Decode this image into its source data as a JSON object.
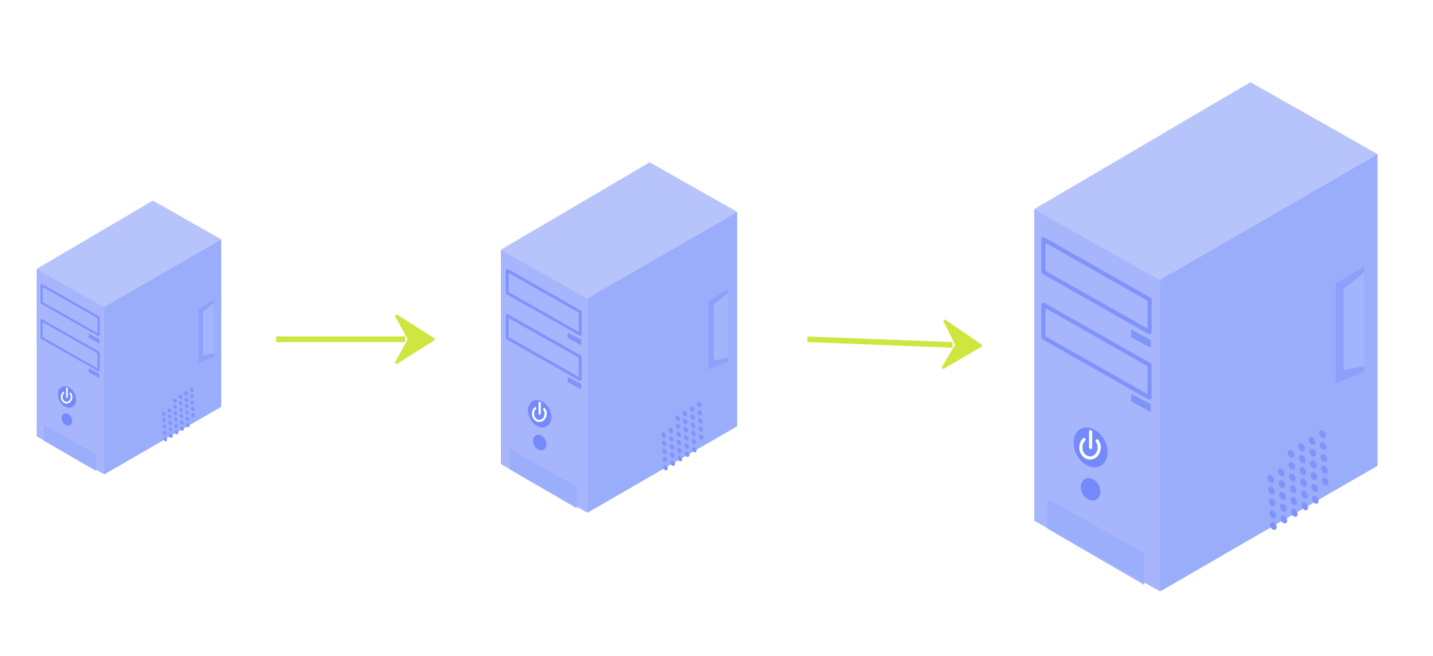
{
  "colors": {
    "background": "#ffffff",
    "top_face": "#b7c4fb",
    "front_face": "#a7b6fc",
    "side_face": "#9aadfb",
    "detail": "#7f93fb",
    "detail_dark": "#7489fb",
    "bay_fill": "#a7b6fc",
    "foot_panel": "#9aadfb",
    "power_symbol": "#ffffff",
    "arrow": "#cfe640"
  },
  "diagram": {
    "nodes": [
      {
        "id": "small-tower",
        "kind": "computer-tower",
        "icon": "desktop-computer-tower"
      },
      {
        "id": "medium-tower",
        "kind": "computer-tower",
        "icon": "desktop-computer-tower"
      },
      {
        "id": "large-tower",
        "kind": "computer-tower",
        "icon": "desktop-computer-tower"
      }
    ],
    "edges": [
      {
        "from": "small-tower",
        "to": "medium-tower",
        "icon": "arrow-right-icon"
      },
      {
        "from": "medium-tower",
        "to": "large-tower",
        "icon": "arrow-right-icon"
      }
    ]
  }
}
